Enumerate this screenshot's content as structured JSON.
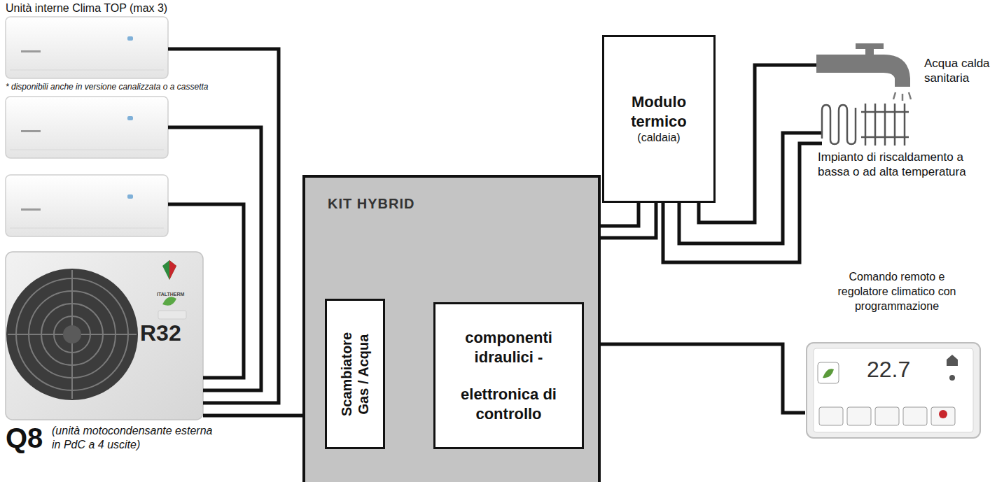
{
  "diagram": {
    "nodes": [
      {
        "text": [
          "R32",
          "Q8",
          "(unità motocondensante esterna in PdC a 4 uscite)"
        ]
      },
      {
        "text": [
          "KIT HYBRID"
        ]
      },
      {
        "text": [
          "Scambiatore Gas / Acqua"
        ],
        "in": 1
      },
      {
        "text": [
          "componenti idraulici -",
          "elettronica di controllo"
        ],
        "in": 1
      },
      {
        "text": [
          "Modulo termico",
          "(caldaia)"
        ]
      },
      {
        "text": [
          "Comando remoto e regolatore climatico con programmazione",
          "22.7"
        ]
      }
    ],
    "edges": [
      {
        "from": 0,
        "to": 2,
        "arrow": "none"
      },
      {
        "from": 2,
        "to": 3,
        "arrow": "none"
      },
      {
        "from": 2,
        "to": 3,
        "arrow": "none"
      },
      {
        "from": 3,
        "to": 4,
        "arrow": "none"
      },
      {
        "from": 3,
        "to": 4,
        "arrow": "none"
      },
      {
        "from": 3,
        "to": 5,
        "arrow": "none"
      }
    ],
    "labels": [
      "Unità interne Clima TOP (max 3)",
      "* disponibili anche in versione canalizzata o a cassetta",
      "ITALTHERM",
      "Acqua calda sanitaria",
      "Impianto di riscaldamento a bassa o ad alta temperatura"
    ]
  }
}
